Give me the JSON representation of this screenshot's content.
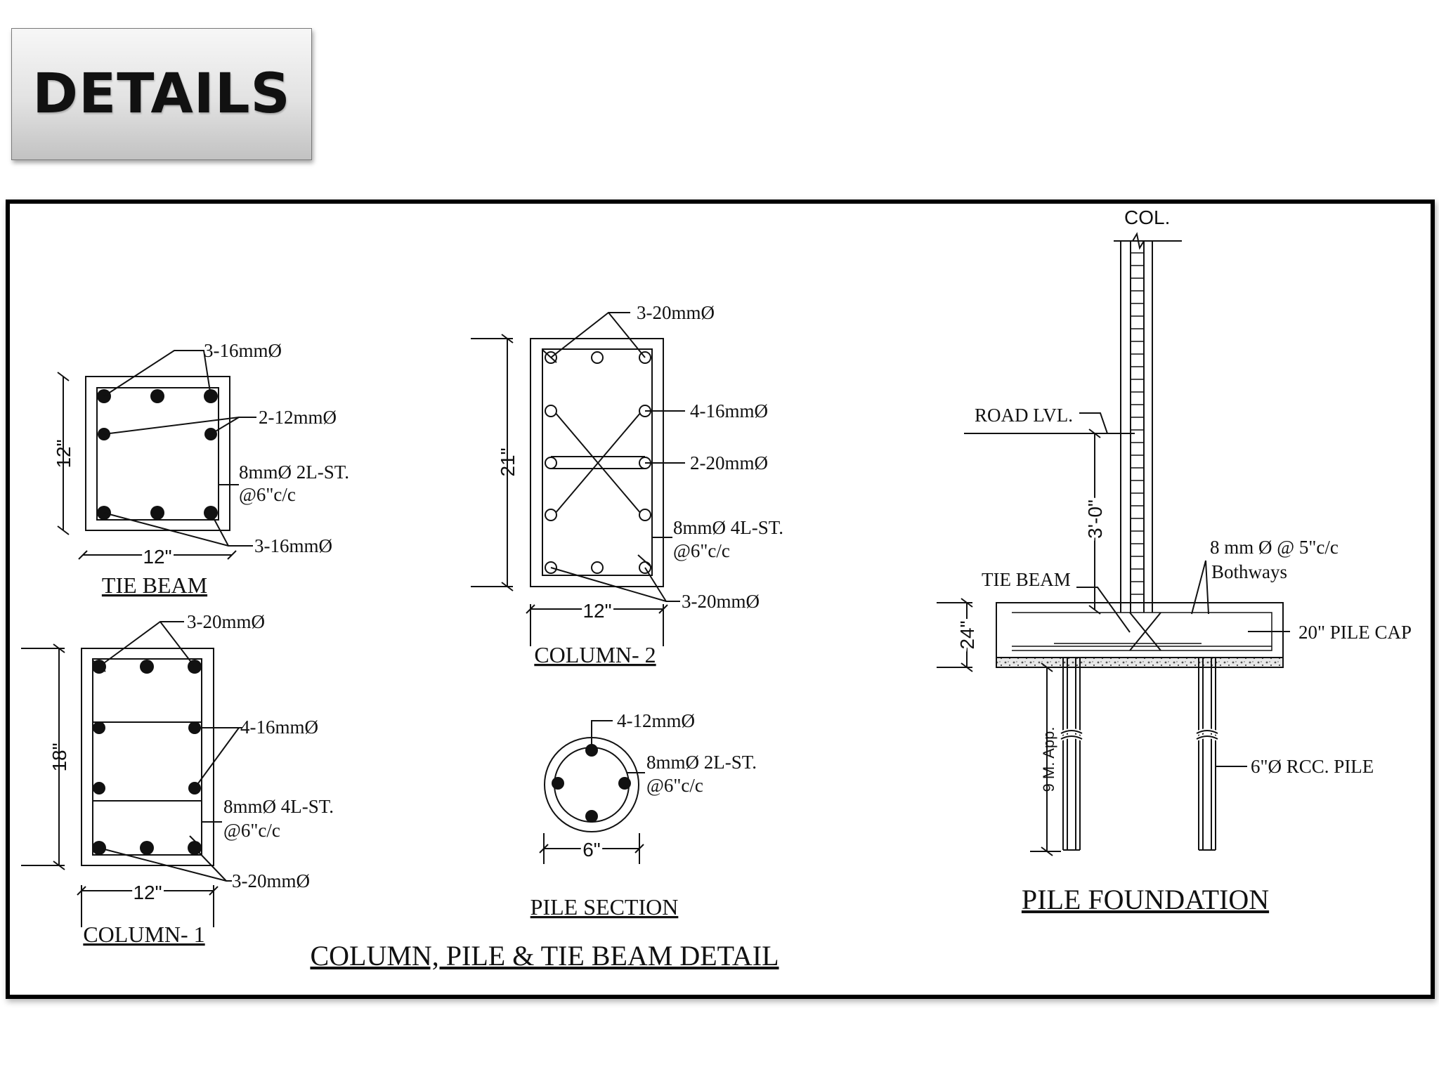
{
  "header": {
    "title": "DETAILS"
  },
  "drawing": {
    "main_caption": "COLUMN, PILE & TIE BEAM DETAIL",
    "tie_beam": {
      "caption": "TIE BEAM",
      "top_bars": "3-16mmØ",
      "side_bars": "2-12mmØ",
      "stirrup_1": "8mmØ 2L-ST.",
      "stirrup_2": "@6\"c/c",
      "bottom_bars": "3-16mmØ",
      "height": "12\"",
      "width": "12\""
    },
    "column_1": {
      "caption": "COLUMN- 1",
      "top_bars": "3-20mmØ",
      "side_bars": "4-16mmØ",
      "stirrup_1": "8mmØ 4L-ST.",
      "stirrup_2": "@6\"c/c",
      "bottom_bars": "3-20mmØ",
      "height": "18\"",
      "width": "12\""
    },
    "column_2": {
      "caption": "COLUMN- 2",
      "top_bars": "3-20mmØ",
      "side_bars_1": "4-16mmØ",
      "side_bars_2": "2-20mmØ",
      "stirrup_1": "8mmØ 4L-ST.",
      "stirrup_2": "@6\"c/c",
      "bottom_bars": "3-20mmØ",
      "height": "21\"",
      "width": "12\""
    },
    "pile_section": {
      "caption": "PILE SECTION",
      "bars": "4-12mmØ",
      "stirrup_1": "8mmØ 2L-ST.",
      "stirrup_2": "@6\"c/c",
      "diameter": "6\""
    },
    "pile_foundation": {
      "caption": "PILE FOUNDATION",
      "col": "COL.",
      "road_level": "ROAD LVL.",
      "depth": "3'-0\"",
      "tie_beam": "TIE BEAM",
      "rebar_1": "8 mm Ø @ 5\"c/c",
      "rebar_2": "Bothways",
      "pile_cap": "20\" PILE CAP",
      "cap_depth": "24\"",
      "pile_length": "9 M. App.",
      "pile": "6\"Ø RCC. PILE"
    }
  }
}
